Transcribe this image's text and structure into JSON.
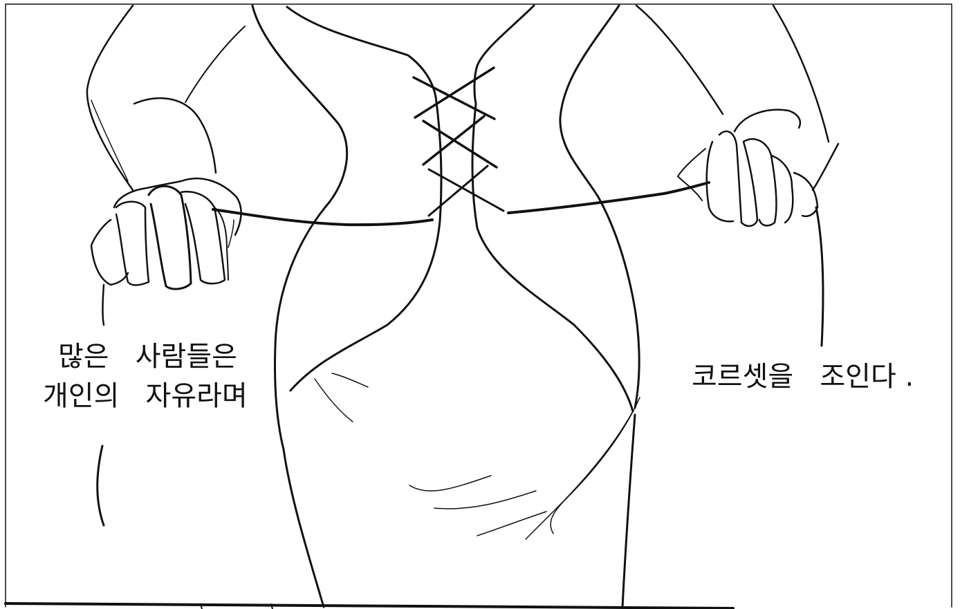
{
  "panel": {
    "caption_left": {
      "line1": "많은   사람들은",
      "line2": "개인의   자유라며"
    },
    "caption_right": "코르셋을   조인다 ."
  },
  "colors": {
    "ink": "#111111",
    "paper": "#ffffff"
  },
  "illustration": {
    "subject_icon": "corset-lacing-drawing"
  }
}
